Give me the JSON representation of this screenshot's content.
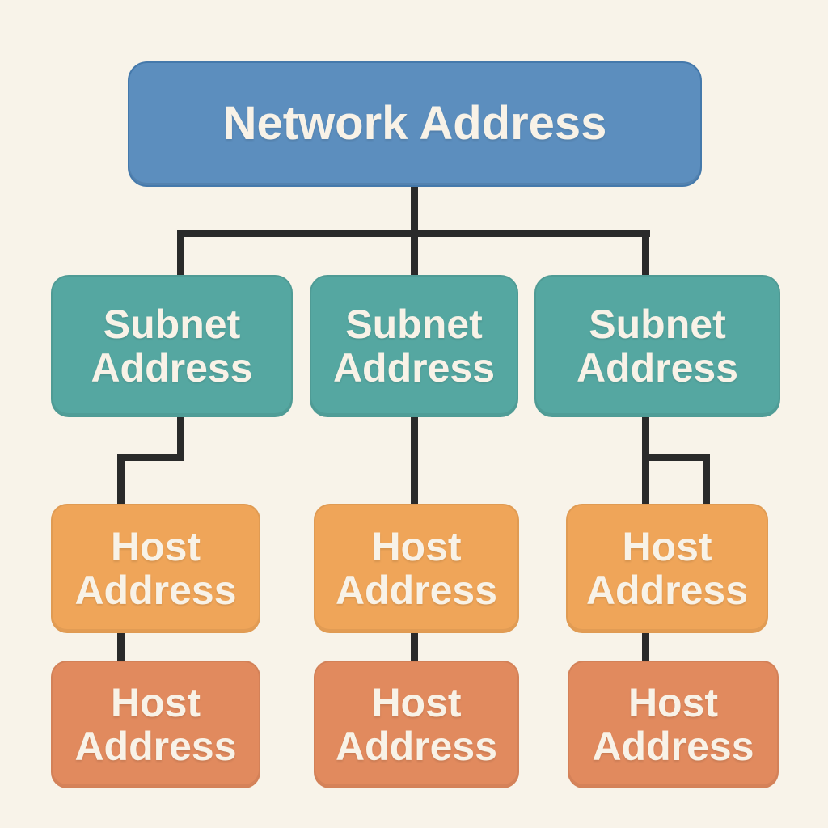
{
  "palette": {
    "bg": "#f8f3e9",
    "connector": "#2a2a2a",
    "label": "#f8f2e7",
    "root-fill": "#5c8ebe",
    "root-border": "#4579ab",
    "subnet-fill": "#55a7a1",
    "host-fill": "#efa559",
    "host-dark-fill": "#e18a5e"
  },
  "diagram": {
    "root": {
      "label": "Network Address"
    },
    "subnets": [
      {
        "label": "Subnet Address"
      },
      {
        "label": "Subnet Address"
      },
      {
        "label": "Subnet Address"
      }
    ],
    "hosts_row1": [
      {
        "label": "Host Address"
      },
      {
        "label": "Host Address"
      },
      {
        "label": "Host Address"
      }
    ],
    "hosts_row2": [
      {
        "label": "Host Address"
      },
      {
        "label": "Host Address"
      },
      {
        "label": "Host Address"
      }
    ]
  }
}
